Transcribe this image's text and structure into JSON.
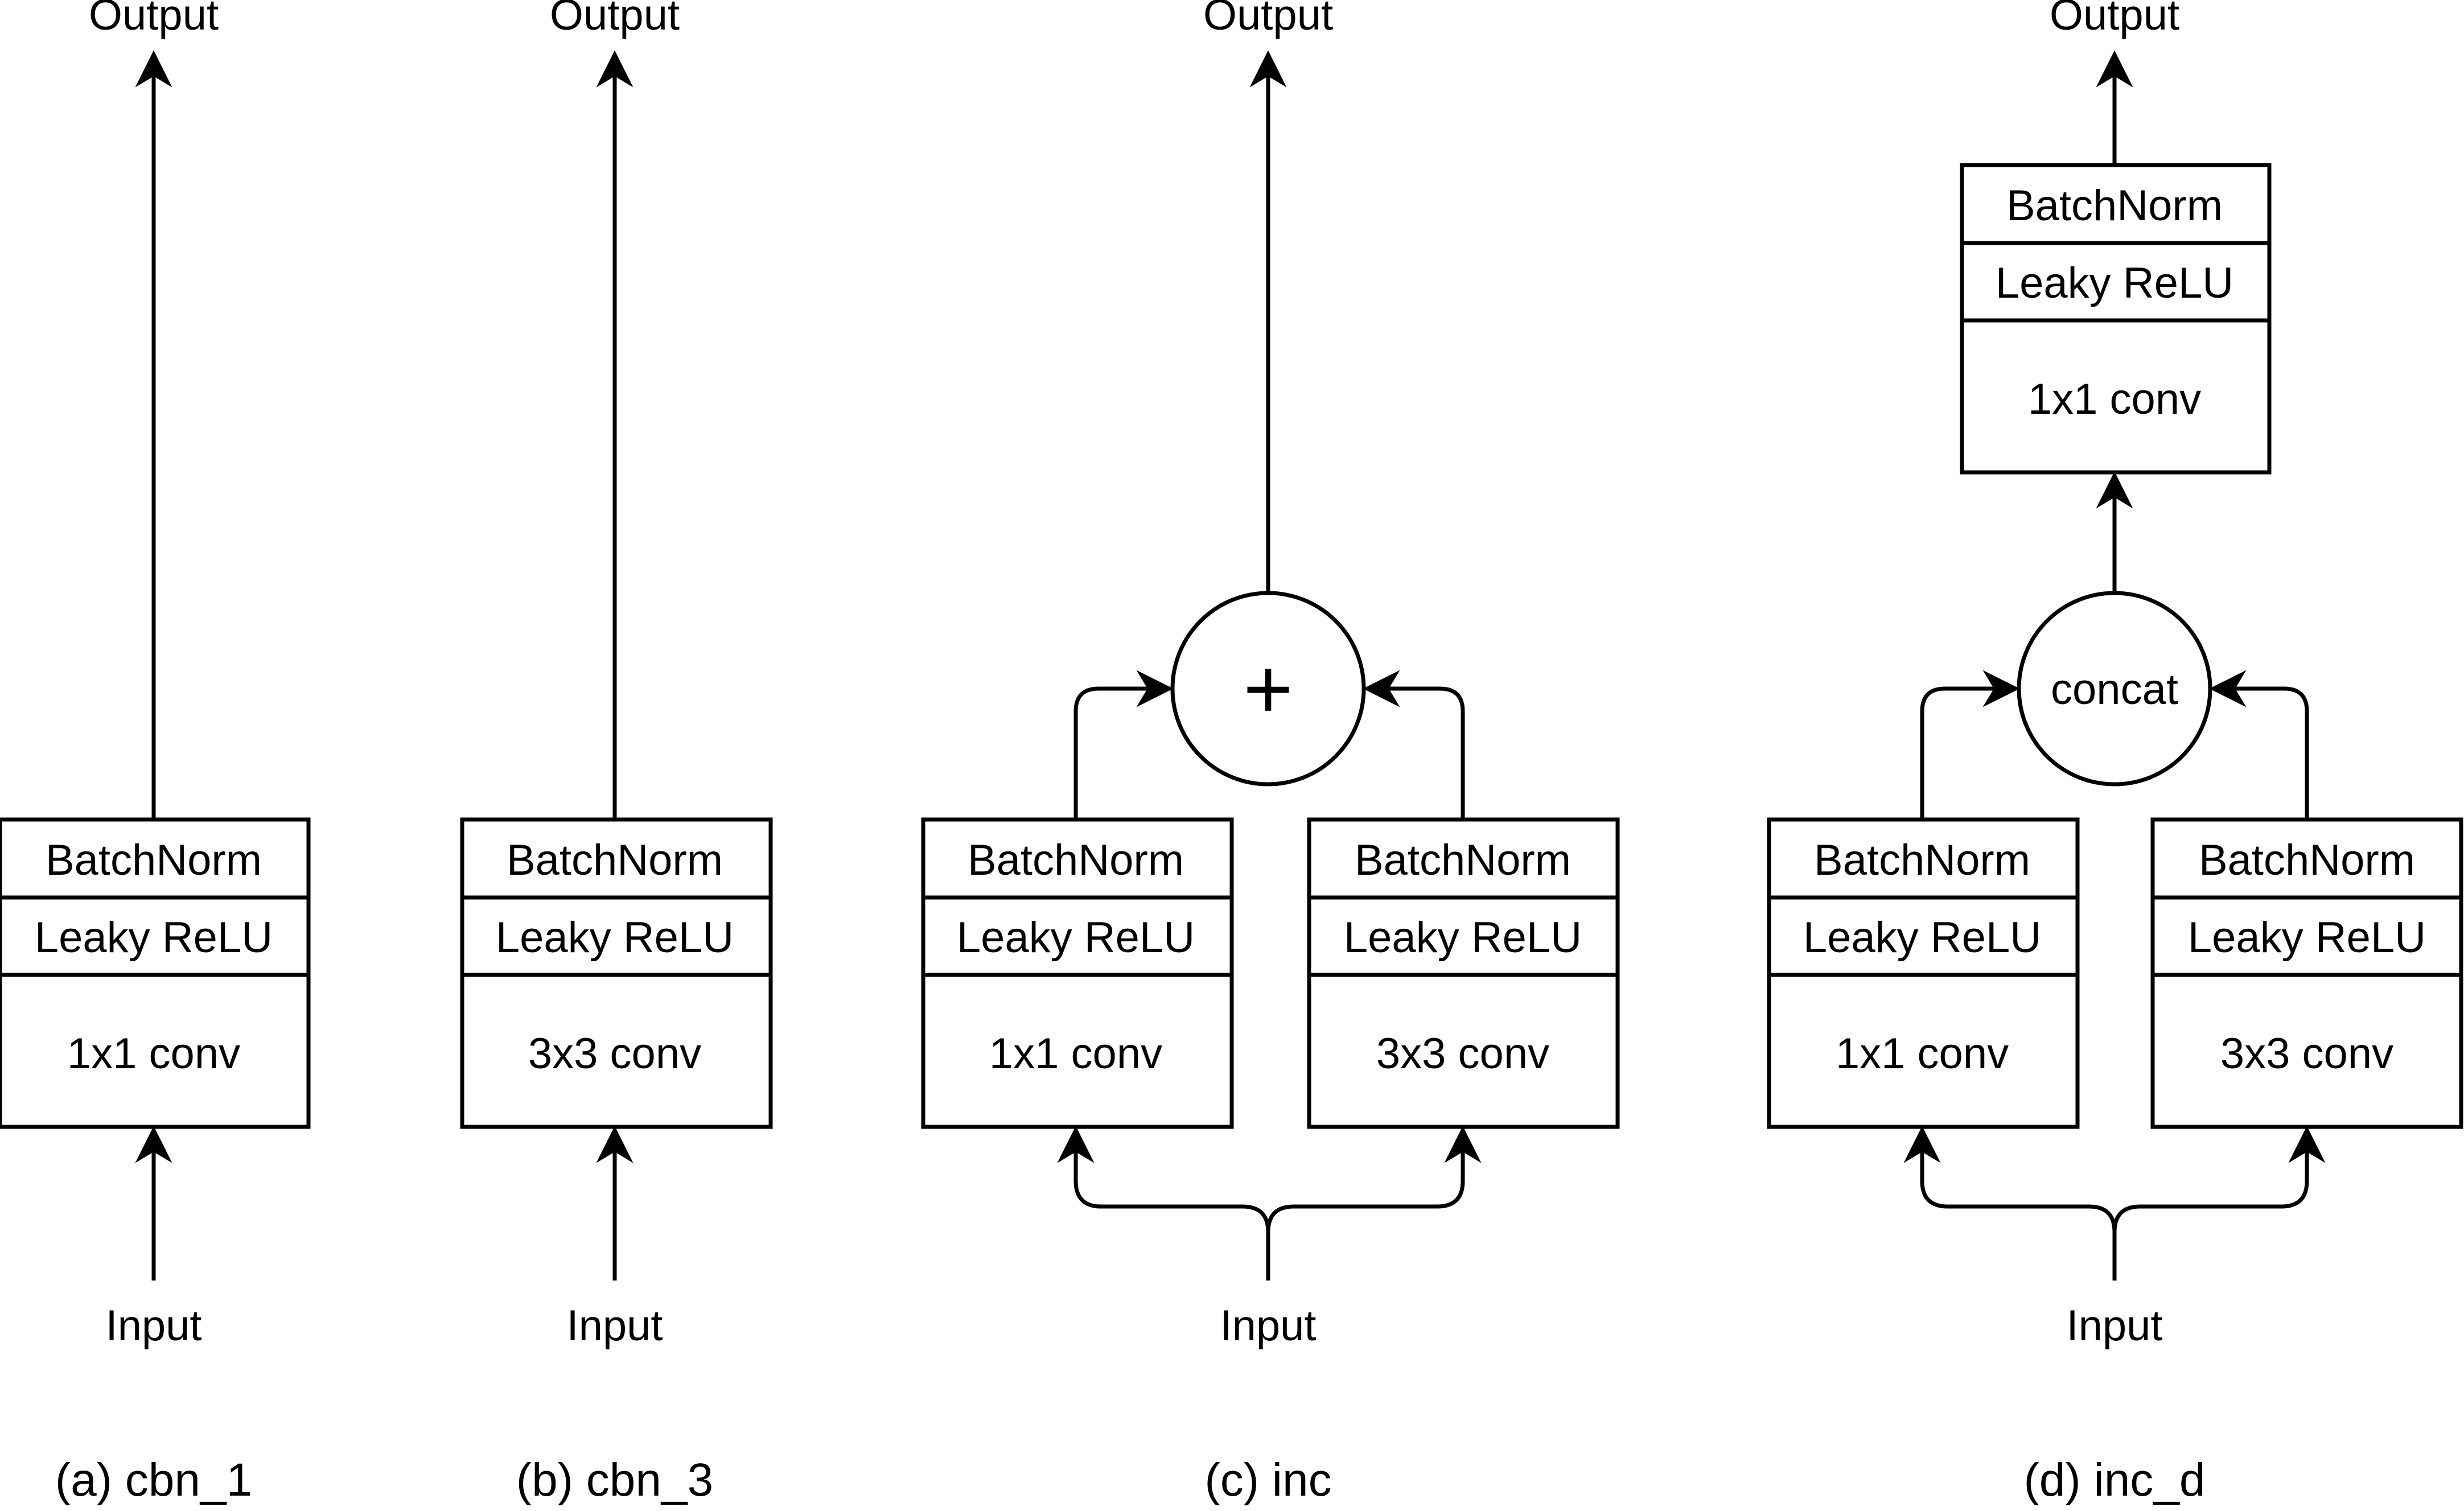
{
  "colors": {
    "stroke": "#000000",
    "background": "#ffffff"
  },
  "panels": {
    "a": {
      "output": "Output",
      "input": "Input",
      "caption": "(a) cbn_1",
      "block": {
        "norm": "BatchNorm",
        "act": "Leaky ReLU",
        "conv": "1x1 conv"
      }
    },
    "b": {
      "output": "Output",
      "input": "Input",
      "caption": "(b) cbn_3",
      "block": {
        "norm": "BatchNorm",
        "act": "Leaky ReLU",
        "conv": "3x3 conv"
      }
    },
    "c": {
      "output": "Output",
      "input": "Input",
      "caption": "(c) inc",
      "merge_symbol": "+",
      "left_block": {
        "norm": "BatchNorm",
        "act": "Leaky ReLU",
        "conv": "1x1 conv"
      },
      "right_block": {
        "norm": "BatchNorm",
        "act": "Leaky ReLU",
        "conv": "3x3 conv"
      }
    },
    "d": {
      "output": "Output",
      "input": "Input",
      "caption": "(d) inc_d",
      "merge_label": "concat",
      "top_block": {
        "norm": "BatchNorm",
        "act": "Leaky ReLU",
        "conv": "1x1 conv"
      },
      "left_block": {
        "norm": "BatchNorm",
        "act": "Leaky ReLU",
        "conv": "1x1 conv"
      },
      "right_block": {
        "norm": "BatchNorm",
        "act": "Leaky ReLU",
        "conv": "3x3 conv"
      }
    }
  }
}
